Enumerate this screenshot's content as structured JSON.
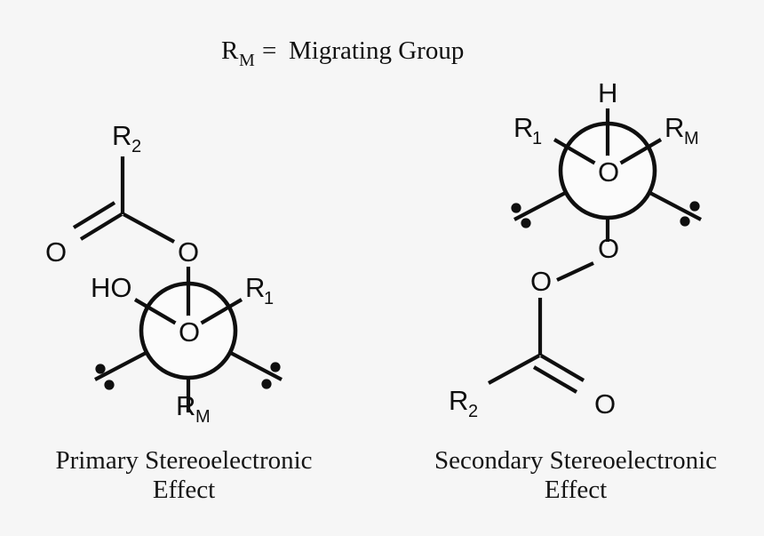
{
  "background_color": "#f6f6f6",
  "ink_color": "#0f0f0f",
  "legend": {
    "symbol": "R",
    "symbol_subscript": "M",
    "equals": "=",
    "definition": "Migrating Group",
    "full_text": "R_M = Migrating Group"
  },
  "panels": [
    {
      "id": "primary",
      "caption_line1": "Primary Stereoelectronic",
      "caption_line2": "Effect",
      "newman": {
        "center_atom_label": "O",
        "front_substituents": [
          {
            "label": "O",
            "position": "top",
            "note": "ester oxygen, vertical up"
          },
          {
            "label": "HO",
            "position": "upper-left"
          },
          {
            "label": "R",
            "subscript": "1",
            "position": "upper-right"
          }
        ],
        "back_substituents": [
          {
            "label": "R",
            "subscript": "M",
            "position": "bottom"
          },
          {
            "label": "lone-pair",
            "position": "lower-left"
          },
          {
            "label": "lone-pair",
            "position": "lower-right"
          }
        ]
      },
      "ester": {
        "alkyl_label": "R",
        "alkyl_subscript": "2",
        "carbonyl_oxygen": "O",
        "ester_oxygen": "O",
        "carbonyl_bond": "double",
        "orientation": "above-newman"
      },
      "lone_pairs": 2
    },
    {
      "id": "secondary",
      "caption_line1": "Secondary Stereoelectronic",
      "caption_line2": "Effect",
      "newman": {
        "center_atom_label": "O",
        "front_substituents": [
          {
            "label": "H",
            "position": "top"
          },
          {
            "label": "R",
            "subscript": "1",
            "position": "upper-left"
          },
          {
            "label": "R",
            "subscript": "M",
            "position": "upper-right"
          }
        ],
        "back_substituents": [
          {
            "label": "O",
            "position": "bottom",
            "note": "peroxide oxygen, vertical down"
          },
          {
            "label": "lone-pair",
            "position": "lower-left"
          },
          {
            "label": "lone-pair",
            "position": "lower-right"
          }
        ]
      },
      "ester": {
        "alkyl_label": "R",
        "alkyl_subscript": "2",
        "carbonyl_oxygen": "O",
        "ester_oxygen": "O",
        "carbonyl_bond": "double",
        "orientation": "below-newman"
      },
      "lone_pairs": 2
    }
  ]
}
